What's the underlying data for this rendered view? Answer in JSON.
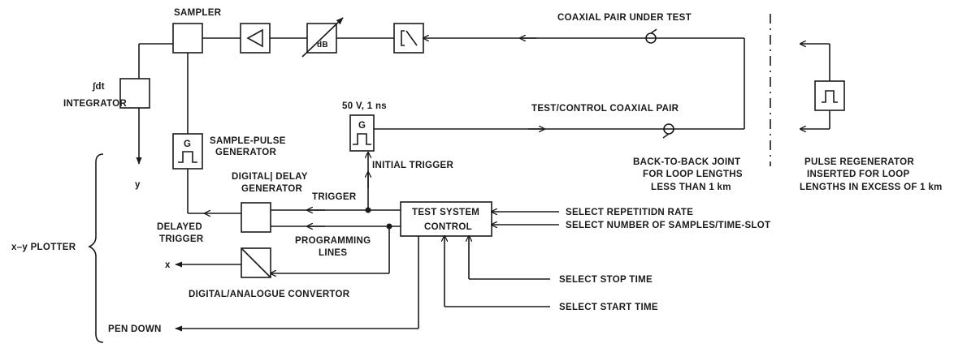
{
  "labels": {
    "sampler": "SAMPLER",
    "integrator_symbol": "∫dt",
    "integrator": "INTEGRATOR",
    "y_output": "y",
    "x_output": "x",
    "attenuator_unit": "dB",
    "coaxial_pair_under_test": "COAXIAL PAIR UNDER TEST",
    "test_control_pair": "TEST/CONTROL COAXIAL PAIR",
    "pulse_rating": "50 V, 1 ns",
    "pulse_generator_letter": "G",
    "sample_pulse_generator_line1": "SAMPLE-PULSE",
    "sample_pulse_generator_line2": "GENERATOR",
    "sample_generator_letter": "G",
    "initial_trigger": "INITIAL TRIGGER",
    "digital_delay_generator_line1": "DIGITAL| DELAY",
    "digital_delay_generator_line2": "GENERATOR",
    "trigger": "TRIGGER",
    "delayed_trigger_line1": "DELAYED",
    "delayed_trigger_line2": "TRIGGER",
    "test_system_control_line1": "TEST SYSTEM",
    "test_system_control_line2": "CONTROL",
    "programming_lines_line1": "PROGRAMMING",
    "programming_lines_line2": "LINES",
    "dac": "DIGITAL/ANALOGUE CONVERTOR",
    "xy_plotter": "x–y PLOTTER",
    "pen_down": "PEN DOWN",
    "select_repetition_rate": "SELECT REPETITIDN RATE",
    "select_number_of_samples": "SELECT NUMBER OF SAMPLES/TIME-SLOT",
    "select_stop_time": "SELECT STOP TIME",
    "select_start_time": "SELECT START TIME",
    "back_to_back_line1": "BACK-TO-BACK JOINT",
    "back_to_back_line2": "FOR LOOP LENGTHS",
    "back_to_back_line3": "LESS THAN 1 km",
    "pulse_regenerator_line1": "PULSE REGENERATOR",
    "pulse_regenerator_line2": "INSERTED FOR LOOP",
    "pulse_regenerator_line3": "LENGTHS IN EXCESS OF 1 km"
  },
  "colors": {
    "ink": "#1a1a1a",
    "paper": "#ffffff"
  }
}
